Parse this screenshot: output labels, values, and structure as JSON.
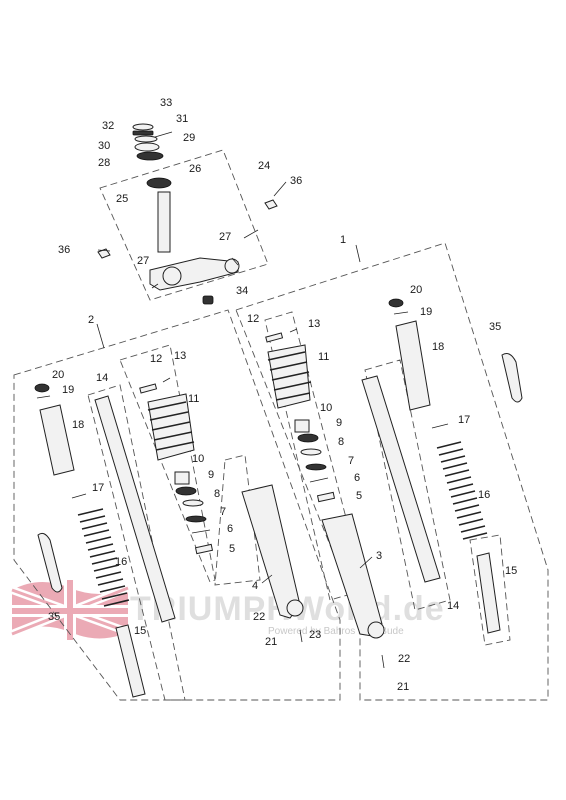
{
  "diagram": {
    "callouts": {
      "c1": "1",
      "c2": "2",
      "c3": "3",
      "c4": "4",
      "c5a": "5",
      "c5b": "5",
      "c6a": "6",
      "c6b": "6",
      "c7a": "7",
      "c7b": "7",
      "c8a": "8",
      "c8b": "8",
      "c9a": "9",
      "c9b": "9",
      "c10a": "10",
      "c10b": "10",
      "c11a": "11",
      "c11b": "11",
      "c12a": "12",
      "c12b": "12",
      "c13a": "13",
      "c13b": "13",
      "c14a": "14",
      "c14b": "14",
      "c15a": "15",
      "c15b": "15",
      "c16a": "16",
      "c16b": "16",
      "c17a": "17",
      "c17b": "17",
      "c18a": "18",
      "c18b": "18",
      "c19a": "19",
      "c19b": "19",
      "c20a": "20",
      "c20b": "20",
      "c21a": "21",
      "c21b": "21",
      "c22a": "22",
      "c22b": "22",
      "c23": "23",
      "c24": "24",
      "c25": "25",
      "c26": "26",
      "c27a": "27",
      "c27b": "27",
      "c28": "28",
      "c29": "29",
      "c30": "30",
      "c31": "31",
      "c32": "32",
      "c33": "33",
      "c34": "34",
      "c35a": "35",
      "c35b": "35",
      "c36a": "36",
      "c36b": "36"
    }
  },
  "watermark": {
    "brand": "TRIUMPHWorld.de",
    "tagline": "Powered by Bahros Bike Bude"
  }
}
